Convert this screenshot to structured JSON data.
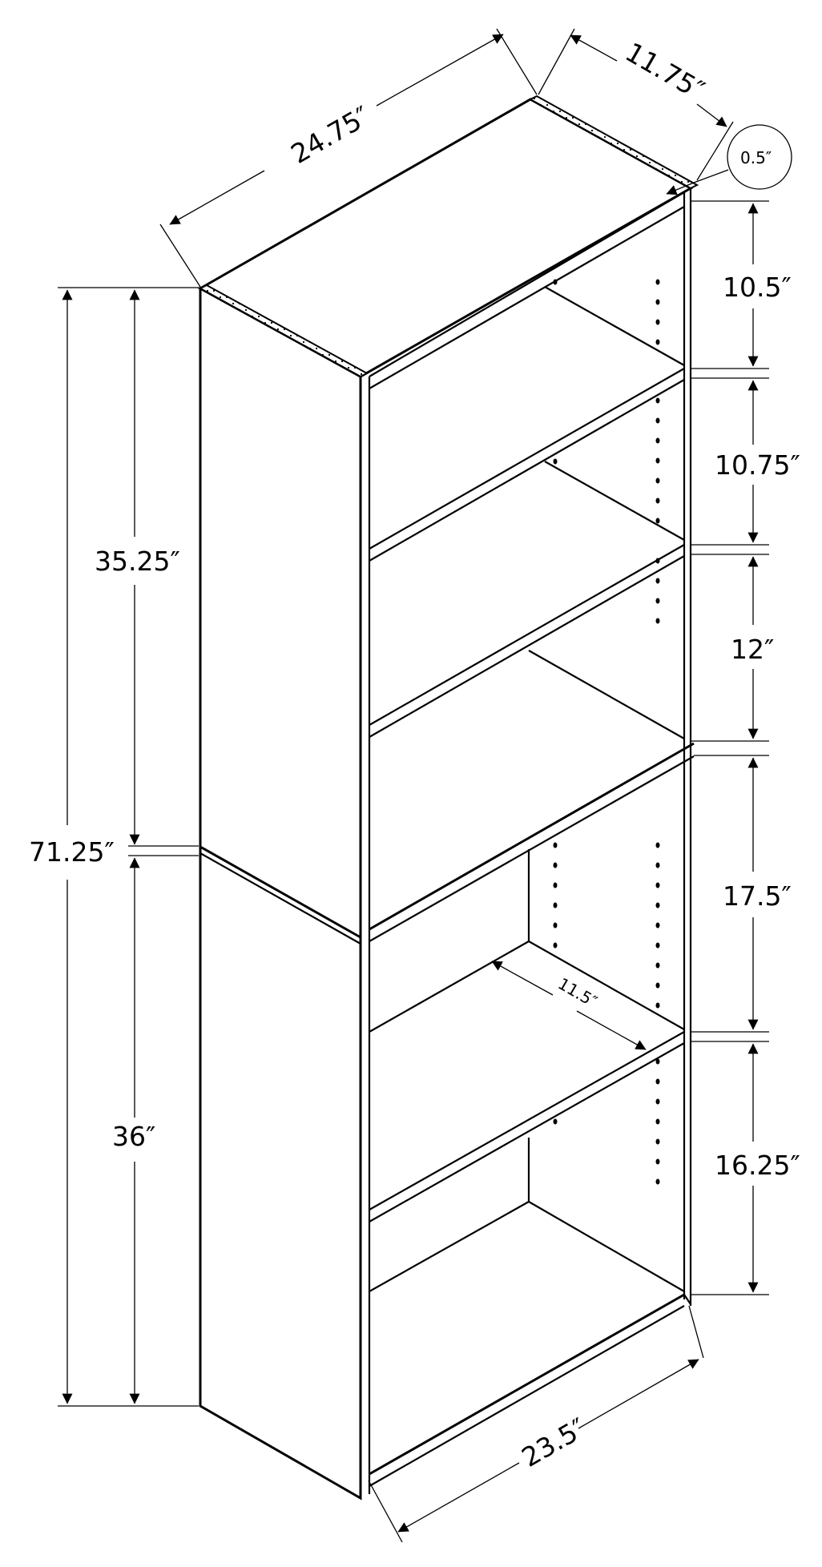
{
  "diagram": {
    "subject": "Five-shelf bookcase dimension drawing",
    "unit": "inches",
    "line_color": "#000000",
    "background_color": "#ffffff"
  },
  "dimensions": {
    "top_width": "24.75″",
    "top_depth": "11.75″",
    "panel_thickness": "0.5″",
    "total_height": "71.25″",
    "upper_section_height": "35.25″",
    "lower_section_height": "36″",
    "shelf_depth": "11.5″",
    "bottom_width": "23.5″",
    "compartments": [
      {
        "label": "10.5″"
      },
      {
        "label": "10.75″"
      },
      {
        "label": "12″"
      },
      {
        "label": "17.5″"
      },
      {
        "label": "16.25″"
      }
    ]
  }
}
